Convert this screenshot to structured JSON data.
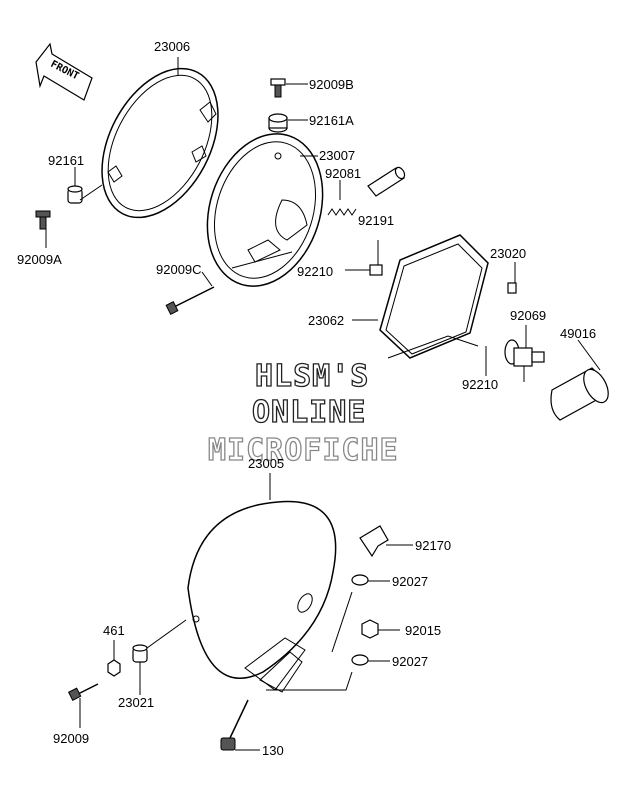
{
  "watermark": {
    "line1": "HLSM'S",
    "line2": "ONLINE",
    "line3": "MICROFICHE"
  },
  "front_arrow": {
    "text": "FRONT"
  },
  "parts": {
    "p23006": "23006",
    "p92009b": "92009B",
    "p92161a": "92161A",
    "p23007": "23007",
    "p92161": "92161",
    "p92081": "92081",
    "p92009a": "92009A",
    "p92191": "92191",
    "p92009c": "92009C",
    "p92210_top": "92210",
    "p23020": "23020",
    "p23062": "23062",
    "p92069": "92069",
    "p49016": "49016",
    "p92210_bottom": "92210",
    "p23005": "23005",
    "p92170": "92170",
    "p92027_top": "92027",
    "p461": "461",
    "p92015": "92015",
    "p92027_bottom": "92027",
    "p23021": "23021",
    "p92009": "92009",
    "p130": "130"
  }
}
